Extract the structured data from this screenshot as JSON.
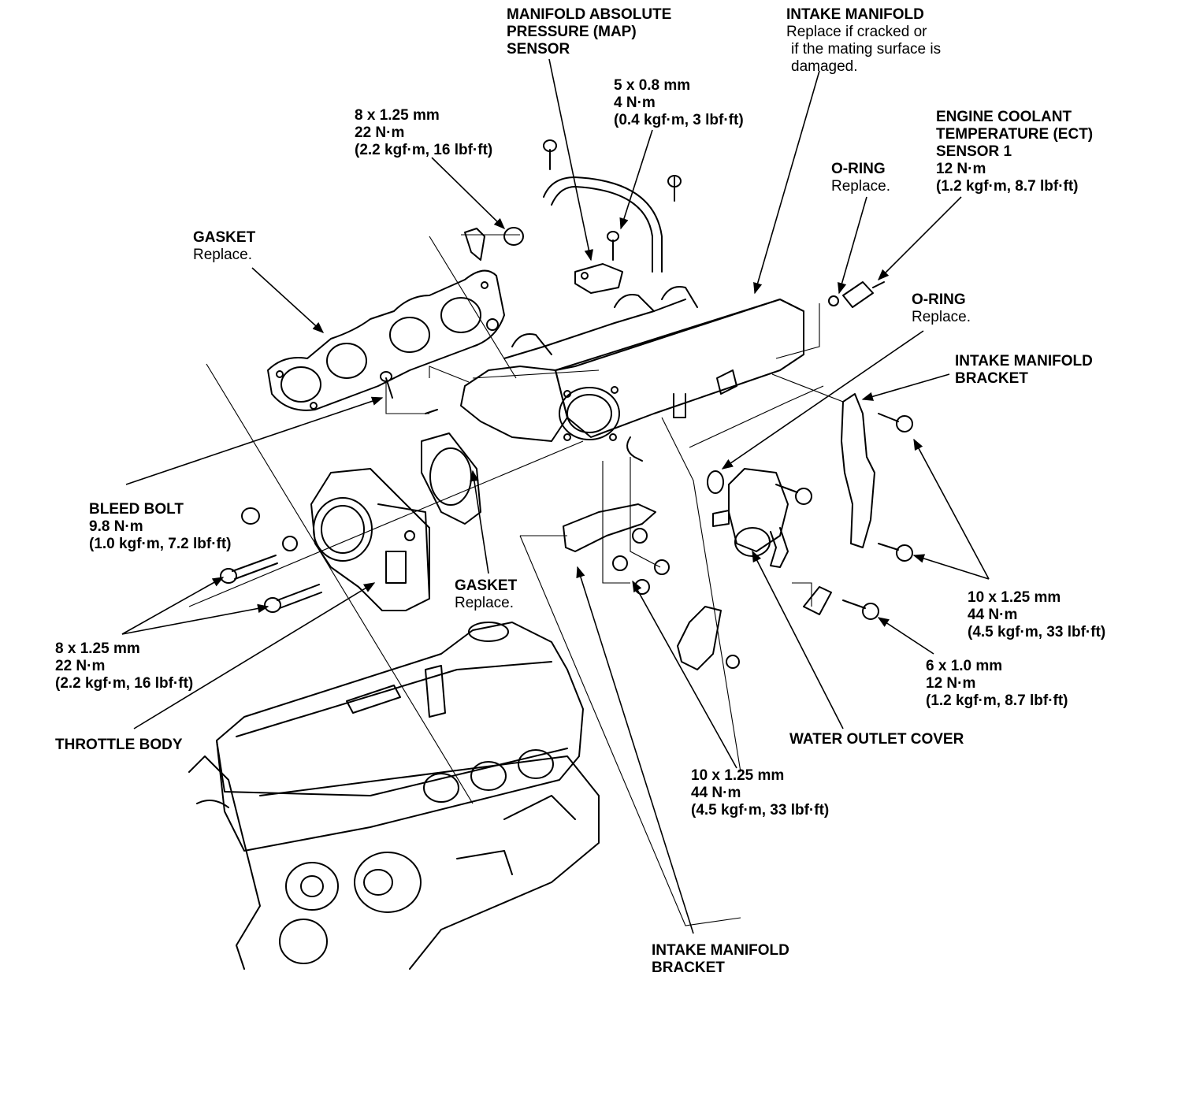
{
  "labels": {
    "map_sensor": {
      "l1": "MANIFOLD ABSOLUTE",
      "l2": "PRESSURE (MAP)",
      "l3": "SENSOR"
    },
    "intake_manifold": {
      "title": "INTAKE MANIFOLD",
      "n1": "Replace if cracked or",
      "n2": "if the mating surface is",
      "n3": "damaged."
    },
    "map_bolt_spec": {
      "l1": "5 x 0.8 mm",
      "l2": "4 N·m",
      "l3": "(0.4 kgf·m, 3 lbf·ft)"
    },
    "nut_spec_top": {
      "l1": "8 x 1.25 mm",
      "l2": "22 N·m",
      "l3": "(2.2 kgf·m, 16 lbf·ft)"
    },
    "ect_sensor": {
      "l1": "ENGINE COOLANT",
      "l2": "TEMPERATURE (ECT)",
      "l3": "SENSOR 1",
      "l4": "12 N·m",
      "l5": "(1.2 kgf·m, 8.7 lbf·ft)"
    },
    "o_ring_top": {
      "title": "O-RING",
      "note": "Replace."
    },
    "gasket_top": {
      "title": "GASKET",
      "note": "Replace."
    },
    "o_ring_mid": {
      "title": "O-RING",
      "note": "Replace."
    },
    "bracket_right": {
      "l1": "INTAKE MANIFOLD",
      "l2": "BRACKET"
    },
    "bleed_bolt": {
      "title": "BLEED BOLT",
      "l2": "9.8 N·m",
      "l3": "(1.0 kgf·m, 7.2 lbf·ft)"
    },
    "gasket_mid": {
      "title": "GASKET",
      "note": "Replace."
    },
    "bolt_spec_right": {
      "l1": "10 x 1.25 mm",
      "l2": "44 N·m",
      "l3": "(4.5 kgf·m, 33 lbf·ft)"
    },
    "bolt_spec_left": {
      "l1": "8 x 1.25 mm",
      "l2": "22 N·m",
      "l3": "(2.2 kgf·m, 16 lbf·ft)"
    },
    "bolt_spec_small": {
      "l1": "6 x 1.0 mm",
      "l2": "12 N·m",
      "l3": "(1.2 kgf·m, 8.7 lbf·ft)"
    },
    "throttle_body": {
      "title": "THROTTLE BODY"
    },
    "water_outlet": {
      "title": "WATER OUTLET COVER"
    },
    "bolt_spec_bottom": {
      "l1": "10 x 1.25 mm",
      "l2": "44 N·m",
      "l3": "(4.5 kgf·m, 33 lbf·ft)"
    },
    "bracket_bottom": {
      "l1": "INTAKE MANIFOLD",
      "l2": "BRACKET"
    }
  }
}
